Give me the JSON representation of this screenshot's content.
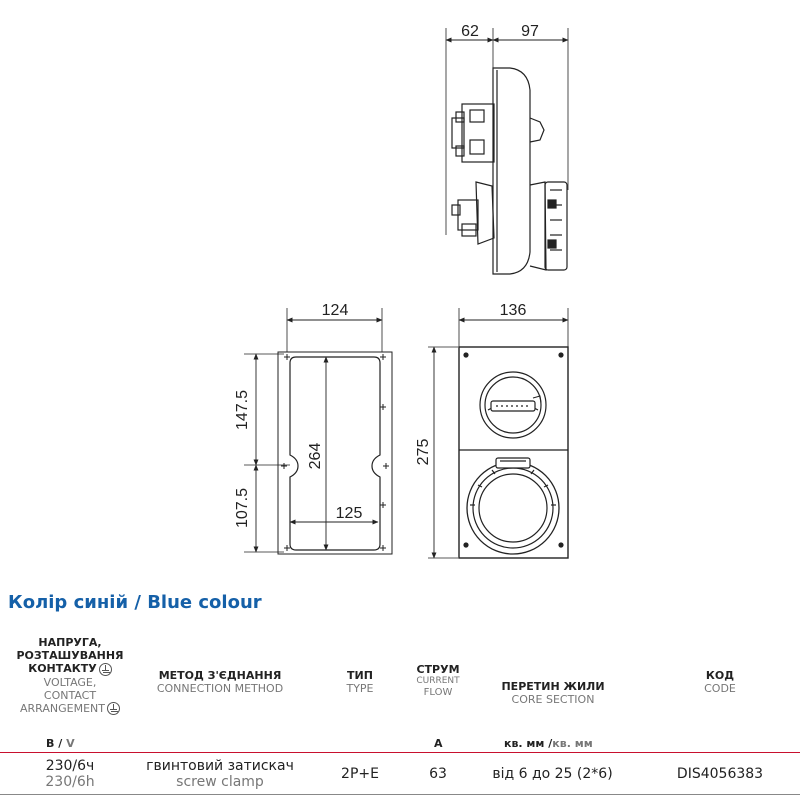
{
  "drawings": {
    "side": {
      "d1": "62",
      "d2": "97"
    },
    "front_back": {
      "width": "124",
      "h1": "147.5",
      "h2": "107.5",
      "height": "264",
      "inner": "125"
    },
    "front": {
      "width": "136",
      "height": "275"
    }
  },
  "heading": "Колір синій / Blue colour",
  "table": {
    "headers": {
      "voltage_ua_1": "НАПРУГА,",
      "voltage_ua_2": "РОЗТАШУВАННЯ",
      "voltage_ua_3": "КОНТАКТУ",
      "voltage_en_1": "VOLTAGE,",
      "voltage_en_2": "CONTACT",
      "voltage_en_3": "ARRANGEMENT",
      "method_ua": "МЕТОД З'ЄДНАННЯ",
      "method_en": "CONNECTION METHOD",
      "type_ua": "ТИП",
      "type_en": "TYPE",
      "flow_ua": "СТРУМ",
      "flow_en_1": "CURRENT",
      "flow_en_2": "FLOW",
      "section_ua": "ПЕРЕТИН ЖИЛИ",
      "section_en": "CORE SECTION",
      "code_ua": "КОД",
      "code_en": "CODE"
    },
    "units": {
      "voltage_ua": "В",
      "voltage_en": "V",
      "flow": "A",
      "section_ua": "кв. мм",
      "section_en": "кв. мм"
    },
    "rows": [
      {
        "voltage_ua": "230/6ч",
        "voltage_en": "230/6h",
        "method_ua": "гвинтовий затискач",
        "method_en": "screw clamp",
        "type": "2P+E",
        "flow": "63",
        "section": "від 6 до 25 (2*6)",
        "code": "DIS4056383"
      }
    ]
  }
}
